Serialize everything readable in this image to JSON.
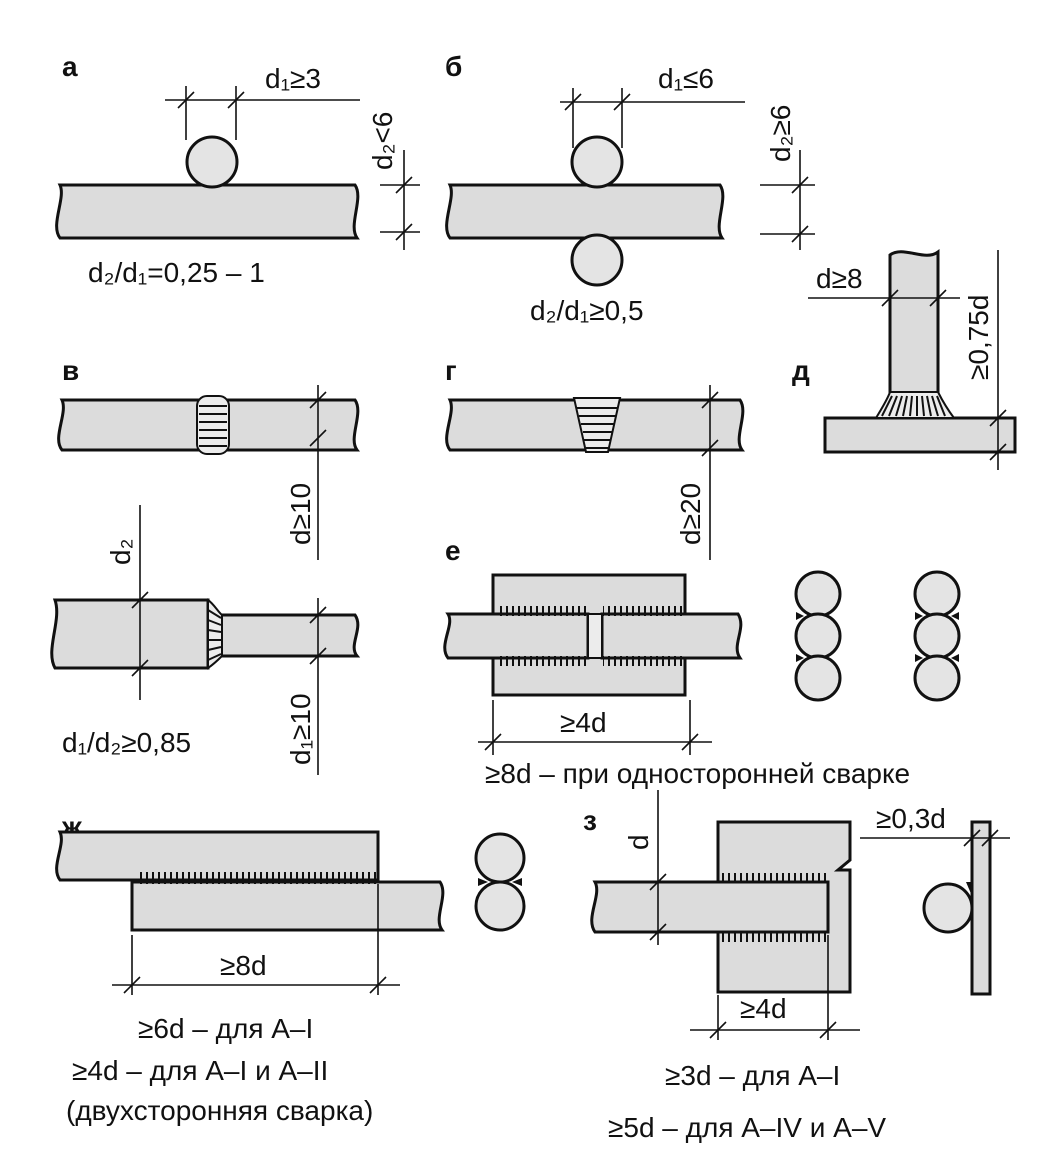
{
  "panels": {
    "a": {
      "letter": "а",
      "dim_top": "d₁≥3",
      "dim_side": "d₂<6",
      "formula": "d₂/d₁=0,25 – 1"
    },
    "b": {
      "letter": "б",
      "dim_top": "d₁≤6",
      "dim_side": "d₂≥6",
      "formula": "d₂/d₁≥0,5"
    },
    "v": {
      "letter": "в",
      "dim_side": "d≥10"
    },
    "g": {
      "letter": "г",
      "dim_side": "d≥20"
    },
    "d": {
      "letter": "д",
      "dim_top": "d≥8",
      "dim_side": "≥0,75d"
    },
    "v2": {
      "dim_d2": "d₂",
      "dim_side": "d₁≥10",
      "formula": "d₁/d₂≥0,85"
    },
    "e": {
      "letter": "е",
      "dim_len": "≥4d",
      "note": "≥8d – при односторонней сварке"
    },
    "zh": {
      "letter": "ж",
      "dim_len": "≥8d",
      "note_1": "≥6d – для А–I",
      "note_2": "≥4d – для А–I и А–II",
      "note_3": "(двухсторонняя сварка)"
    },
    "z": {
      "letter": "з",
      "dim_d": "d",
      "dim_gap": "≥0,3d",
      "dim_len": "≥4d",
      "note_1": "≥3d – для А–I",
      "note_2": "≥5d – для А–IV и А–V"
    }
  }
}
